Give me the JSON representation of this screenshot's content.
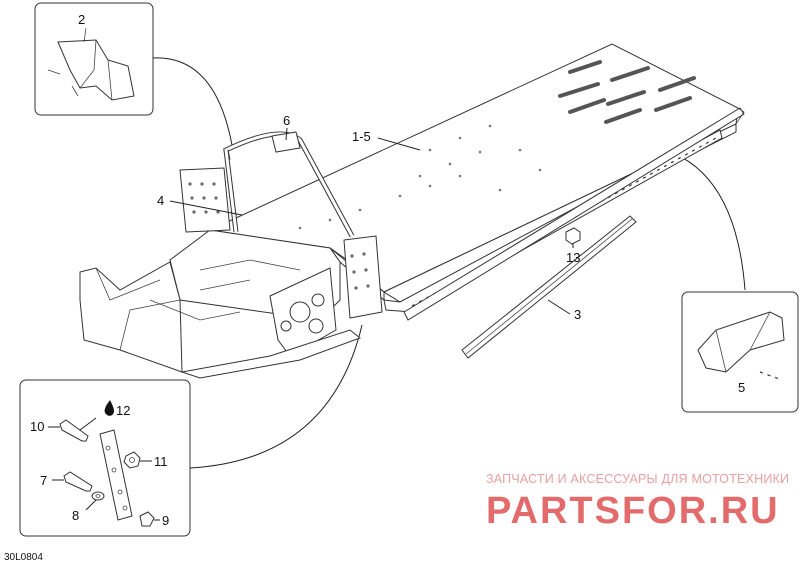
{
  "callouts": {
    "c1_5": "1-5",
    "c2": "2",
    "c3": "3",
    "c4": "4",
    "c5": "5",
    "c6": "6",
    "c7": "7",
    "c8": "8",
    "c9": "9",
    "c10": "10",
    "c11": "11",
    "c12": "12",
    "c13": "13"
  },
  "watermark": {
    "tagline": "ЗАПЧАСТИ И АКСЕССУАРЫ ДЛЯ МОТОТЕХНИКИ",
    "logo": "PARTSFOR.RU"
  },
  "figure_code": "30L0804",
  "icons": {
    "lubricant": "oil-drop-icon"
  }
}
